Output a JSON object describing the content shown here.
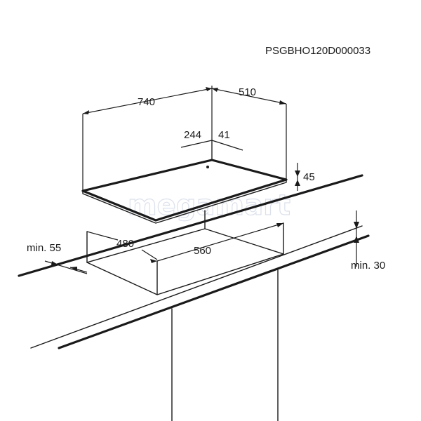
{
  "header": {
    "code": "PSGBHO120D000033"
  },
  "dimensions": {
    "width": "740",
    "depth": "510",
    "d244": "244",
    "d41": "41",
    "height": "45",
    "cutout_depth": "480",
    "cutout_width": "560",
    "min_front": "min. 55",
    "min_wall": "min. 30"
  },
  "watermark": {
    "text": "megamart"
  },
  "colors": {
    "ink": "#1a1a1a",
    "watermark": "#cfd6e4"
  }
}
